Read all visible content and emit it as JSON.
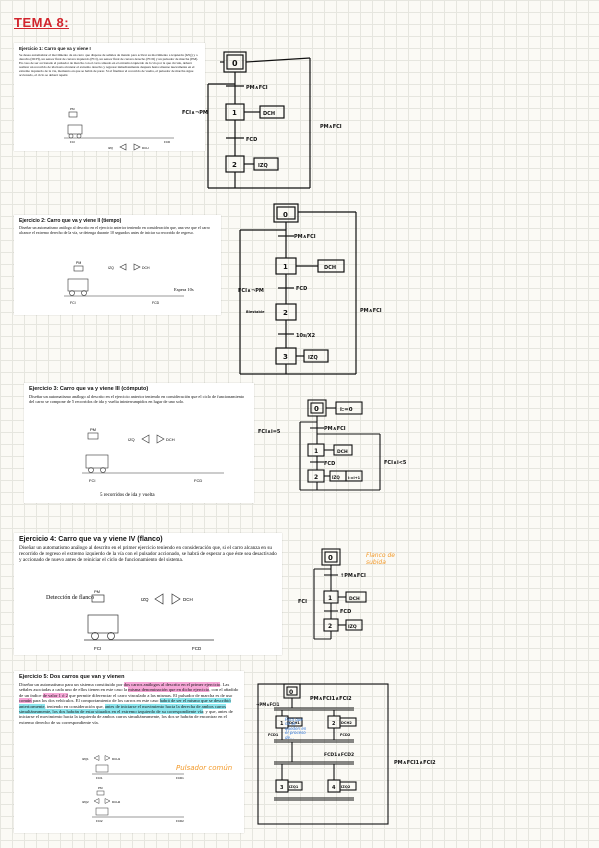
{
  "page": {
    "title": "TEMA 8:"
  },
  "exercises": [
    {
      "title": "Ejercicio 1: Carro que va y viene I",
      "text": "Se desea automatizar el movimiento de un carro que dispone de señales de mando para activar su movimiento a izquierda (IZQ) y a derecha (DCH), un sensor final de carrera izquierdo (FCI), un sensor final de carrera derecho (FCD) y un pulsador de marcha (PM). En caso de ser accionado el pulsador de marcha con el carro situado en el extremo izquierdo de la vía por la que circula, deberá realizar un recorrido de ida hasta alcanzar el extremo derecho y regresar inmediatamente después hasta situarse nuevamente en el extremo izquierdo de la vía, momento en que se habrá de parar. Si al finalizar el recorrido de vuelta, el pulsador de marcha sigue accionado, el ciclo se deberá repetir.",
      "fig": {
        "pm": "PM",
        "izq": "IZQ",
        "dch": "DCH",
        "fci": "FCI",
        "fcd": "FCD"
      }
    },
    {
      "title": "Ejercicio 2: Carro que va y viene II (tiempo)",
      "text": "Diseñar un automatismo análogo al descrito en el ejercicio anterior teniendo en consideración que, una vez que el carro alcance el extremo derecho de la vía, se detenga durante 10 segundos antes de iniciar su recorrido de regreso.",
      "fig": {
        "pm": "PM",
        "izq": "IZQ",
        "dch": "DCH",
        "fci": "FCI",
        "fcd": "FCD",
        "wait": "Espera 10s"
      }
    },
    {
      "title": "Ejercicio 3: Carro que va y viene III (cómputo)",
      "text": "Diseñar un automatismo análogo al descrito en el ejercicio anterior teniendo en consideración que el ciclo de funcionamiento del carro se compone de 5 recorridos de ida y vuelta ininterrumpidos en lugar de uno solo.",
      "fig": {
        "pm": "PM",
        "izq": "IZQ",
        "dch": "DCH",
        "fci": "FCI",
        "fcd": "FCD",
        "caption": "5 recorridos de ida y vuelta"
      }
    },
    {
      "title": "Ejercicio 4: Carro que va y viene IV (flanco)",
      "text": "Diseñar un automatismo análogo al descrito en el primer ejercicio teniendo en consideración que, si el carro alcanza en su recorrido de regreso el extremo izquierdo de la vía con el pulsador accionado, se habrá de esperar a que éste sea desactivado y accionado de nuevo antes de reiniciar el ciclo de funcionamiento del sistema.",
      "fig": {
        "flank_label": "Detección de flanco",
        "pm": "PM",
        "izq": "IZQ",
        "dch": "DCH",
        "fci": "FCI",
        "fcd": "FCD"
      }
    },
    {
      "title": "Ejercicio 5: Dos carros que van y vienen",
      "text_1": "Diseñar un automatismo para un sistema constituido por ",
      "hl_1": "dos carros análogos al descrito en el primer ejercicio",
      "text_2": ". Las señales asociadas a cada uno de ellos tienen en este caso la ",
      "hl_2": "misma denominación que en dicho ejercicio",
      "text_3": ", con el añadido de un índice ",
      "hl_3": "de valor 1 ó 2",
      "text_4": " que permite diferenciar el carro vinculado a las mismas. El pulsador de marcha es de uso ",
      "hl_4": "común",
      "text_5": " para los dos vehículos. El comportamiento de los carros en este caso ",
      "hl_5": "habrá de ser el mismo que se describió anteriormente",
      "text_6": ", teniendo en consideración que, ",
      "hl_6": "antes de iniciarse el movimiento hacia la derecha de ambos carros simultáneamente, los dos habrán de estar situados en el extremo izquierdo de su correspondiente vía",
      "text_7": "; y que, antes de iniciarse el movimiento hacia la izquierda de ambos carros simultáneamente, los dos se habrán de encontrar en el extremo derecho de su correspondiente vía.",
      "fig": {
        "izq1": "IZQ1",
        "dch1": "DCH1",
        "izq2": "IZQ2",
        "dch2": "DCH2",
        "pm": "PM",
        "fci1": "FCI1",
        "fcd1": "FCD1",
        "fci2": "FCI2",
        "fcd2": "FCD2"
      }
    }
  ],
  "grafcets": {
    "g1": {
      "s0": "0",
      "s1": "1",
      "s2": "2",
      "a1": "DCH",
      "a2": "IZQ",
      "t_in": "PM∧FCI",
      "t1": "FCD",
      "t_side": "FCI∧¬PM",
      "t_out": "PM∧FCI"
    },
    "g2": {
      "s0": "0",
      "s1": "1",
      "s2": "2",
      "s3": "3",
      "a1": "DCH",
      "a3": "IZQ",
      "t_in": "PM∧FCI",
      "t1": "FCD",
      "t2": "10s/X2",
      "t_side": "FCI∧¬PM",
      "t_out": "PM∧FCI",
      "note": "Biestable"
    },
    "g3": {
      "s0": "0",
      "s1": "1",
      "s2": "2",
      "a0": "i:=0",
      "a1": "DCH",
      "a2a": "IZQ",
      "a2b": "i:=i+1",
      "t_in": "PM∧FCI",
      "t1": "FCD",
      "t_side": "FCI∧i=5",
      "t_right": "FCI∧i<5"
    },
    "g4": {
      "s0": "0",
      "s1": "1",
      "s2": "2",
      "a1": "DCH",
      "a2": "IZQ",
      "t_in": "↑PM∧FCI",
      "t1": "FCD",
      "t_side": "FCI",
      "note": "Flanco de subida"
    },
    "g5": {
      "s0": "0",
      "s1": "1",
      "s2": "2",
      "s3": "3",
      "s4": "4",
      "a1": "DCH1",
      "a2": "DCH2",
      "a3": "IZQ1",
      "a4": "IZQ2",
      "t_in": "PM∧FCI1∧FCI2",
      "t_fcd1": "FCD1",
      "t_fcd2": "FCD2",
      "t_mid": "FCD1∧FCD2",
      "t_left": "¬PM∧FCI1",
      "t_right": "PM∧FCI1∧FCI2",
      "note": "Para que no se queden en el proceso de…"
    }
  },
  "annotations": {
    "pulsador_comun": "Pulsador común"
  },
  "colors": {
    "title": "#d2242c",
    "pink": "#f7a8d8",
    "cyan": "#8ee6ee",
    "orange": "#f39a2a",
    "blue": "#2a72d8"
  }
}
